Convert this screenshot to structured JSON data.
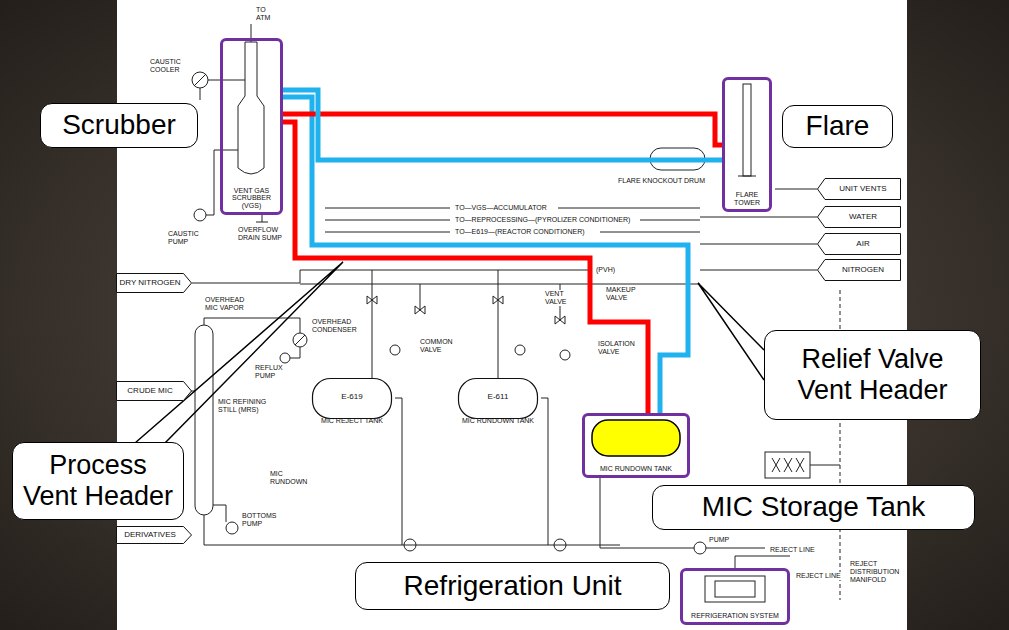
{
  "diagram": {
    "nodes": [
      {
        "text": [
          "VENT GAS SCRUBBER (VGS)"
        ]
      },
      {
        "text": [
          "Scrubber"
        ]
      },
      {
        "text": [
          "FLARE TOWER"
        ]
      },
      {
        "text": [
          "Flare"
        ]
      },
      {
        "text": [
          "UNIT VENTS"
        ]
      },
      {
        "text": [
          "WATER"
        ]
      },
      {
        "text": [
          "AIR"
        ]
      },
      {
        "text": [
          "NITROGEN"
        ]
      },
      {
        "text": [
          "DRY NITROGEN"
        ]
      },
      {
        "text": [
          "Relief Valve Vent Header"
        ]
      },
      {
        "text": [
          "CRUDE MIC"
        ]
      },
      {
        "text": [
          "E-619",
          "MIC REJECT TANK"
        ]
      },
      {
        "text": [
          "E-611",
          "MIC RUNDOWN TANK"
        ]
      },
      {
        "text": [
          "MIC RUNDOWN TANK"
        ]
      },
      {
        "text": [
          "Process Vent Header"
        ]
      },
      {
        "text": [
          "MIC Storage Tank"
        ]
      },
      {
        "text": [
          "DERIVATIVES"
        ]
      },
      {
        "text": [
          "Refrigeration Unit"
        ]
      },
      {
        "text": [
          "REFRIGERATION SYSTEM"
        ]
      }
    ],
    "edges": [
      {
        "from": 13,
        "to": 0,
        "arrow": "none"
      },
      {
        "from": 13,
        "to": 0,
        "arrow": "none"
      },
      {
        "from": 0,
        "to": 2,
        "arrow": "none"
      },
      {
        "from": 0,
        "to": 2,
        "arrow": "none"
      }
    ],
    "labels": [
      "TO ATM",
      "CAUSTIC COOLER",
      "CAUSTIC PUMP",
      "OVERFLOW DRAIN SUMP",
      "FLARE KNOCKOUT DRUM",
      "TO—VGS—ACCUMULATOR",
      "TO—REPROCESSING—(PYROLIZER CONDITIONER)",
      "TO—E619—(REACTOR CONDITIONER)",
      "OVERHEAD MIC VAPOR",
      "OVERHEAD CONDENSER",
      "REFLUX PUMP",
      "MIC REFINING STILL (MRS)",
      "BOTTOMS PUMP",
      "MIC RUNDOWN",
      "COMMON VALVE",
      "VENT VALVE",
      "MAKEUP VALVE",
      "ISOLATION VALVE",
      "(PVH)",
      "PUMP",
      "REJECT LINE",
      "REJECT LINE",
      "REJECT DISTRIBUTION MANIFOLD"
    ]
  }
}
